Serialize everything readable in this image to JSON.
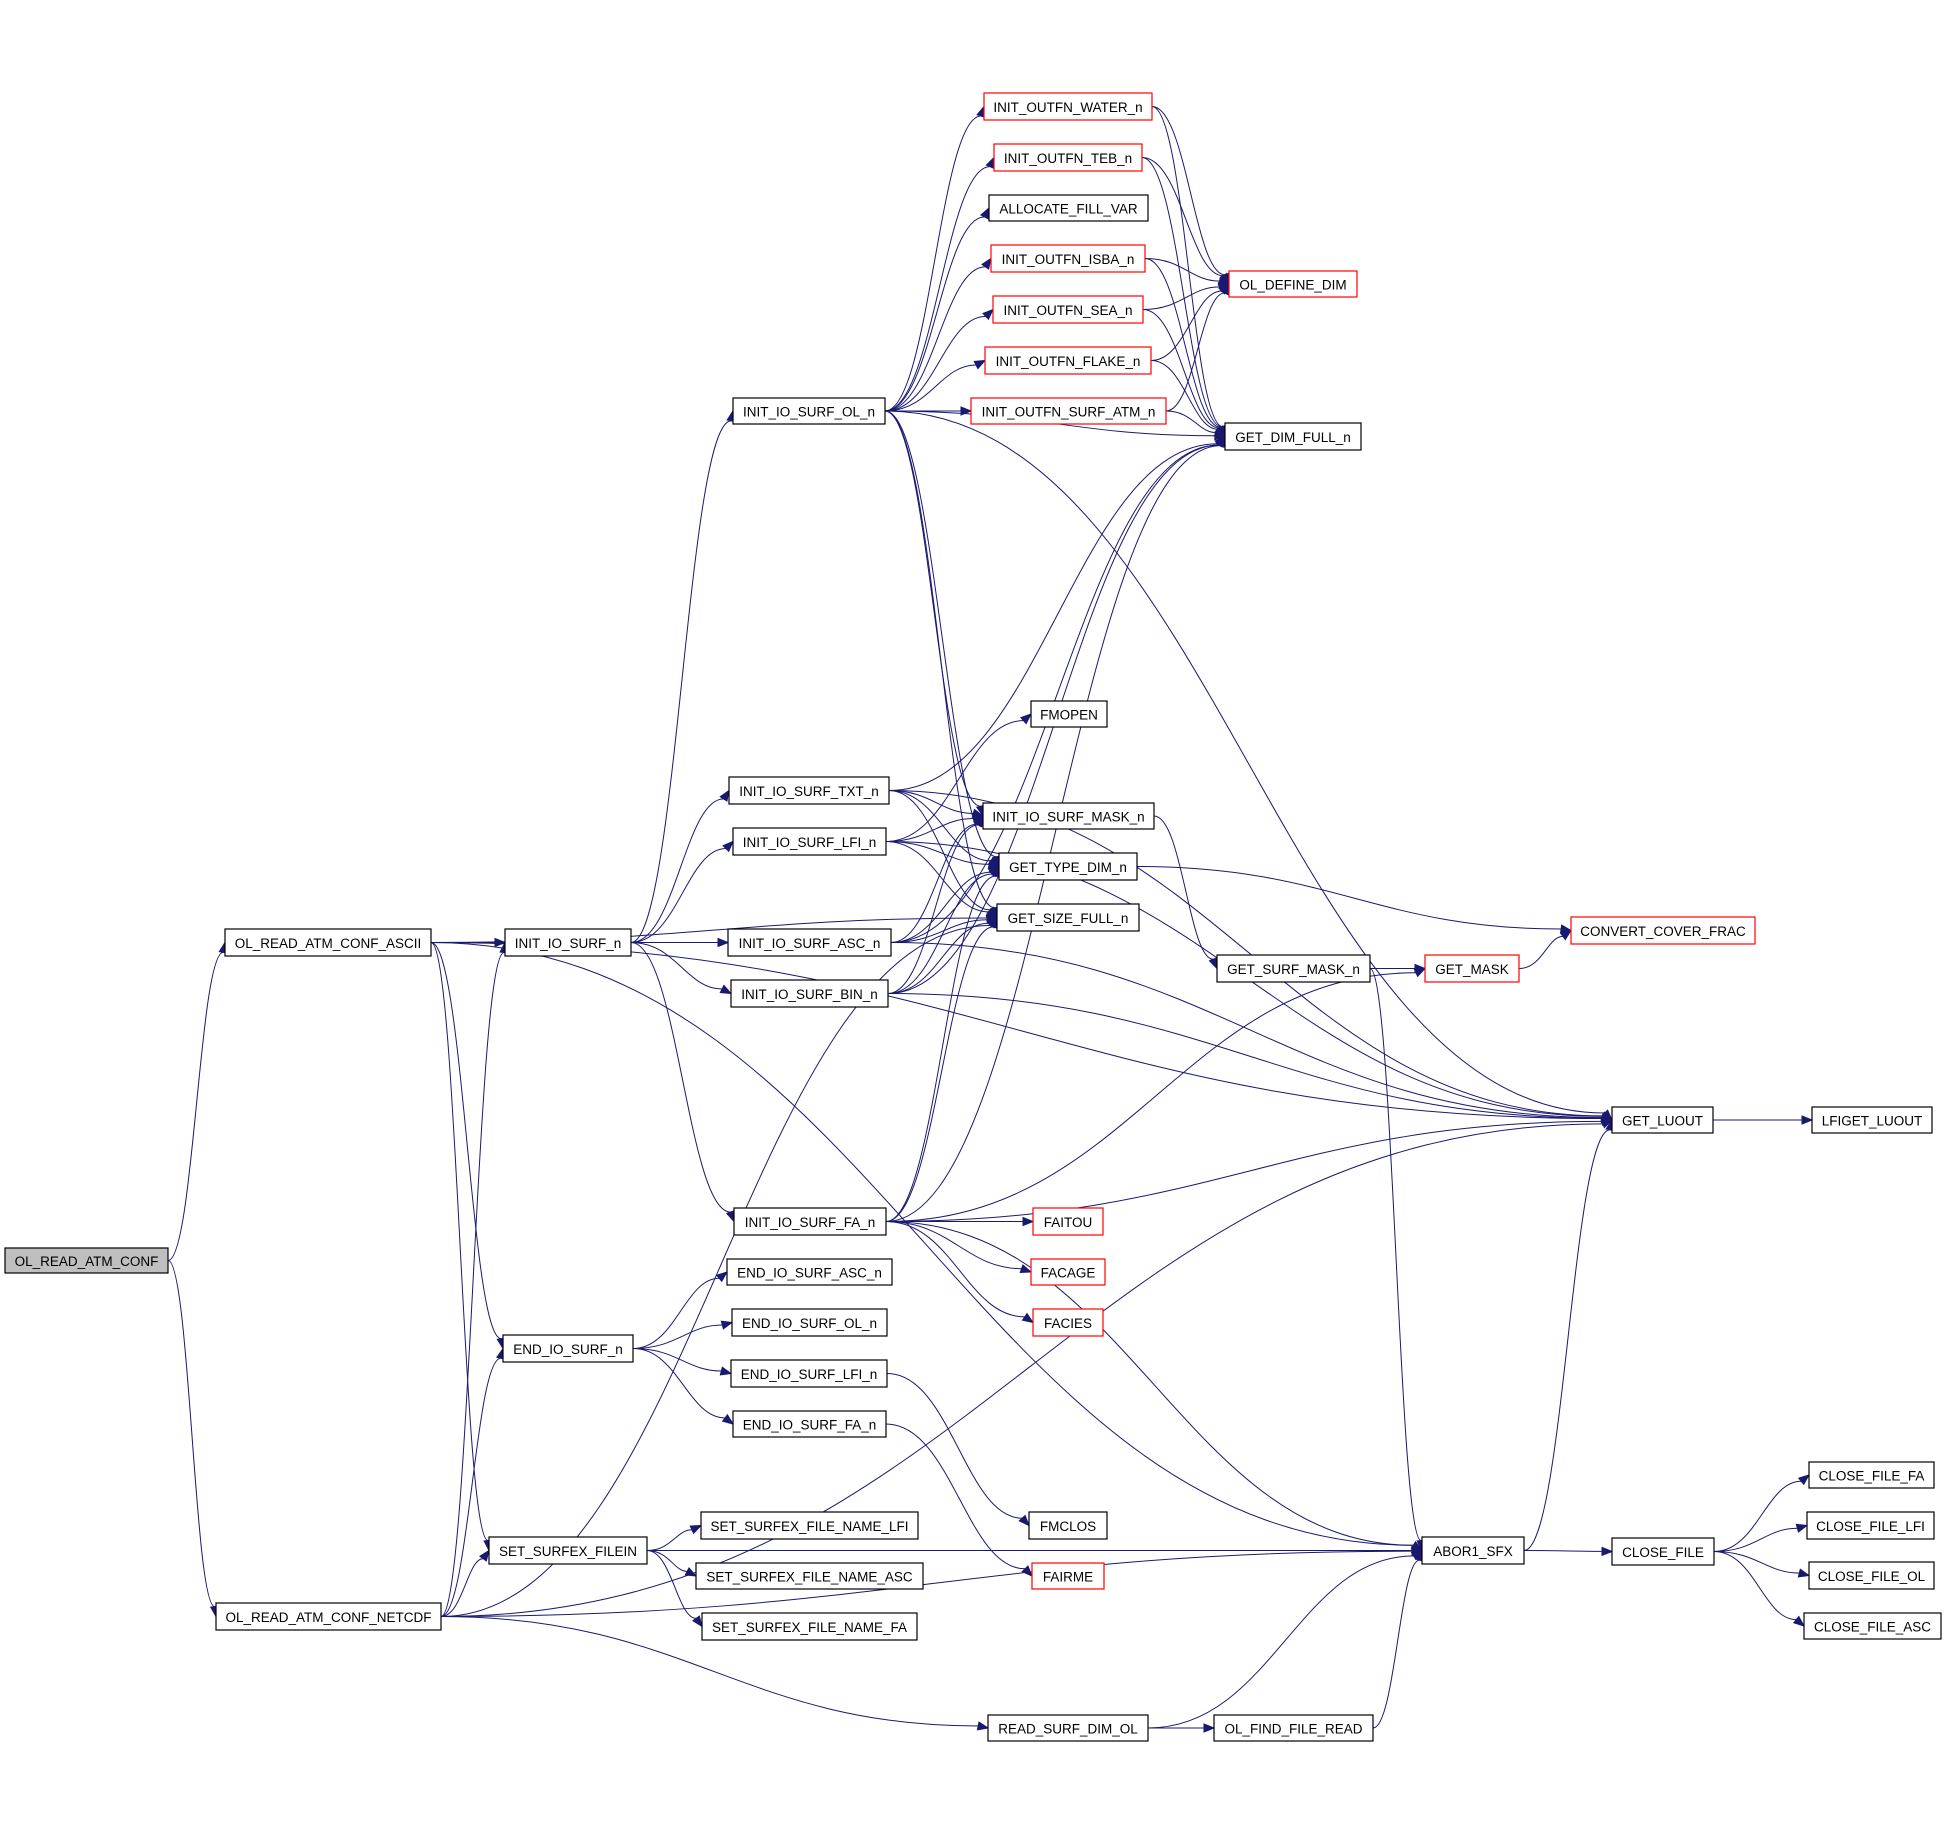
{
  "title": "OL_READ_ATM_CONF call graph",
  "colors": {
    "edge": "#191970",
    "root_fill": "#bfbfbf",
    "truncated_border": "#ff0000",
    "node_border": "#000000"
  },
  "nodes": [
    {
      "id": "root",
      "label": "OL_READ_ATM_CONF",
      "root": true
    },
    {
      "id": "ascii",
      "label": "OL_READ_ATM_CONF_ASCII"
    },
    {
      "id": "netcdf",
      "label": "OL_READ_ATM_CONF_NETCDF"
    },
    {
      "id": "init_io",
      "label": "INIT_IO_SURF_n"
    },
    {
      "id": "end_io",
      "label": "END_IO_SURF_n"
    },
    {
      "id": "set_filein",
      "label": "SET_SURFEX_FILEIN"
    },
    {
      "id": "init_ol",
      "label": "INIT_IO_SURF_OL_n"
    },
    {
      "id": "init_txt",
      "label": "INIT_IO_SURF_TXT_n"
    },
    {
      "id": "init_lfi",
      "label": "INIT_IO_SURF_LFI_n"
    },
    {
      "id": "init_asc",
      "label": "INIT_IO_SURF_ASC_n"
    },
    {
      "id": "init_bin",
      "label": "INIT_IO_SURF_BIN_n"
    },
    {
      "id": "init_fa",
      "label": "INIT_IO_SURF_FA_n"
    },
    {
      "id": "end_asc",
      "label": "END_IO_SURF_ASC_n"
    },
    {
      "id": "end_ol",
      "label": "END_IO_SURF_OL_n"
    },
    {
      "id": "end_lfi",
      "label": "END_IO_SURF_LFI_n"
    },
    {
      "id": "end_fa",
      "label": "END_IO_SURF_FA_n"
    },
    {
      "id": "sfn_lfi",
      "label": "SET_SURFEX_FILE_NAME_LFI"
    },
    {
      "id": "sfn_asc",
      "label": "SET_SURFEX_FILE_NAME_ASC"
    },
    {
      "id": "sfn_fa",
      "label": "SET_SURFEX_FILE_NAME_FA"
    },
    {
      "id": "outfn_water",
      "label": "INIT_OUTFN_WATER_n",
      "truncated": true
    },
    {
      "id": "outfn_teb",
      "label": "INIT_OUTFN_TEB_n",
      "truncated": true
    },
    {
      "id": "alloc",
      "label": "ALLOCATE_FILL_VAR"
    },
    {
      "id": "outfn_isba",
      "label": "INIT_OUTFN_ISBA_n",
      "truncated": true
    },
    {
      "id": "outfn_sea",
      "label": "INIT_OUTFN_SEA_n",
      "truncated": true
    },
    {
      "id": "outfn_flake",
      "label": "INIT_OUTFN_FLAKE_n",
      "truncated": true
    },
    {
      "id": "outfn_surfatm",
      "label": "INIT_OUTFN_SURF_ATM_n",
      "truncated": true
    },
    {
      "id": "fmopen",
      "label": "FMOPEN"
    },
    {
      "id": "mask",
      "label": "INIT_IO_SURF_MASK_n"
    },
    {
      "id": "typedim",
      "label": "GET_TYPE_DIM_n"
    },
    {
      "id": "sizefull",
      "label": "GET_SIZE_FULL_n"
    },
    {
      "id": "faitou",
      "label": "FAITOU",
      "truncated": true
    },
    {
      "id": "facage",
      "label": "FACAGE",
      "truncated": true
    },
    {
      "id": "facies",
      "label": "FACIES",
      "truncated": true
    },
    {
      "id": "fmclos",
      "label": "FMCLOS"
    },
    {
      "id": "fairme",
      "label": "FAIRME",
      "truncated": true
    },
    {
      "id": "readdim",
      "label": "READ_SURF_DIM_OL"
    },
    {
      "id": "defdim",
      "label": "OL_DEFINE_DIM",
      "truncated": true
    },
    {
      "id": "dimfull",
      "label": "GET_DIM_FULL_n"
    },
    {
      "id": "surfmask",
      "label": "GET_SURF_MASK_n"
    },
    {
      "id": "findfile",
      "label": "OL_FIND_FILE_READ"
    },
    {
      "id": "getmask",
      "label": "GET_MASK",
      "truncated": true
    },
    {
      "id": "abor",
      "label": "ABOR1_SFX"
    },
    {
      "id": "convert",
      "label": "CONVERT_COVER_FRAC",
      "truncated": true
    },
    {
      "id": "luout",
      "label": "GET_LUOUT"
    },
    {
      "id": "lfiget",
      "label": "LFIGET_LUOUT"
    },
    {
      "id": "closefile",
      "label": "CLOSE_FILE"
    },
    {
      "id": "cf_fa",
      "label": "CLOSE_FILE_FA"
    },
    {
      "id": "cf_lfi",
      "label": "CLOSE_FILE_LFI"
    },
    {
      "id": "cf_ol",
      "label": "CLOSE_FILE_OL"
    },
    {
      "id": "cf_asc",
      "label": "CLOSE_FILE_ASC"
    }
  ],
  "edges": [
    [
      "root",
      "ascii"
    ],
    [
      "root",
      "netcdf"
    ],
    [
      "ascii",
      "init_io"
    ],
    [
      "ascii",
      "end_io"
    ],
    [
      "ascii",
      "set_filein"
    ],
    [
      "ascii",
      "sizefull"
    ],
    [
      "ascii",
      "abor"
    ],
    [
      "ascii",
      "luout"
    ],
    [
      "netcdf",
      "init_io"
    ],
    [
      "netcdf",
      "end_io"
    ],
    [
      "netcdf",
      "set_filein"
    ],
    [
      "netcdf",
      "readdim"
    ],
    [
      "netcdf",
      "sizefull"
    ],
    [
      "netcdf",
      "abor"
    ],
    [
      "netcdf",
      "luout"
    ],
    [
      "init_io",
      "init_ol"
    ],
    [
      "init_io",
      "init_txt"
    ],
    [
      "init_io",
      "init_lfi"
    ],
    [
      "init_io",
      "init_asc"
    ],
    [
      "init_io",
      "init_bin"
    ],
    [
      "init_io",
      "init_fa"
    ],
    [
      "end_io",
      "end_asc"
    ],
    [
      "end_io",
      "end_ol"
    ],
    [
      "end_io",
      "end_lfi"
    ],
    [
      "end_io",
      "end_fa"
    ],
    [
      "set_filein",
      "sfn_lfi"
    ],
    [
      "set_filein",
      "sfn_asc"
    ],
    [
      "set_filein",
      "sfn_fa"
    ],
    [
      "set_filein",
      "abor"
    ],
    [
      "init_ol",
      "outfn_water"
    ],
    [
      "init_ol",
      "outfn_teb"
    ],
    [
      "init_ol",
      "alloc"
    ],
    [
      "init_ol",
      "outfn_isba"
    ],
    [
      "init_ol",
      "outfn_sea"
    ],
    [
      "init_ol",
      "outfn_flake"
    ],
    [
      "init_ol",
      "outfn_surfatm"
    ],
    [
      "init_ol",
      "dimfull"
    ],
    [
      "init_ol",
      "mask"
    ],
    [
      "init_ol",
      "typedim"
    ],
    [
      "init_ol",
      "sizefull"
    ],
    [
      "init_ol",
      "luout"
    ],
    [
      "init_txt",
      "mask"
    ],
    [
      "init_txt",
      "typedim"
    ],
    [
      "init_txt",
      "sizefull"
    ],
    [
      "init_txt",
      "dimfull"
    ],
    [
      "init_txt",
      "luout"
    ],
    [
      "init_lfi",
      "fmopen"
    ],
    [
      "init_lfi",
      "mask"
    ],
    [
      "init_lfi",
      "typedim"
    ],
    [
      "init_lfi",
      "sizefull"
    ],
    [
      "init_lfi",
      "luout"
    ],
    [
      "init_asc",
      "mask"
    ],
    [
      "init_asc",
      "typedim"
    ],
    [
      "init_asc",
      "sizefull"
    ],
    [
      "init_asc",
      "dimfull"
    ],
    [
      "init_asc",
      "luout"
    ],
    [
      "init_bin",
      "mask"
    ],
    [
      "init_bin",
      "typedim"
    ],
    [
      "init_bin",
      "sizefull"
    ],
    [
      "init_bin",
      "dimfull"
    ],
    [
      "init_bin",
      "luout"
    ],
    [
      "init_fa",
      "faitou"
    ],
    [
      "init_fa",
      "facage"
    ],
    [
      "init_fa",
      "facies"
    ],
    [
      "init_fa",
      "typedim"
    ],
    [
      "init_fa",
      "sizefull"
    ],
    [
      "init_fa",
      "getmask"
    ],
    [
      "init_fa",
      "dimfull"
    ],
    [
      "init_fa",
      "abor"
    ],
    [
      "init_fa",
      "luout"
    ],
    [
      "end_lfi",
      "fmclos"
    ],
    [
      "end_fa",
      "fairme"
    ],
    [
      "outfn_water",
      "defdim"
    ],
    [
      "outfn_water",
      "dimfull"
    ],
    [
      "outfn_teb",
      "defdim"
    ],
    [
      "outfn_teb",
      "dimfull"
    ],
    [
      "outfn_isba",
      "defdim"
    ],
    [
      "outfn_isba",
      "dimfull"
    ],
    [
      "outfn_sea",
      "defdim"
    ],
    [
      "outfn_sea",
      "dimfull"
    ],
    [
      "outfn_flake",
      "defdim"
    ],
    [
      "outfn_flake",
      "dimfull"
    ],
    [
      "outfn_surfatm",
      "defdim"
    ],
    [
      "outfn_surfatm",
      "dimfull"
    ],
    [
      "mask",
      "surfmask"
    ],
    [
      "typedim",
      "convert"
    ],
    [
      "surfmask",
      "getmask"
    ],
    [
      "surfmask",
      "abor"
    ],
    [
      "getmask",
      "convert"
    ],
    [
      "readdim",
      "findfile"
    ],
    [
      "readdim",
      "abor"
    ],
    [
      "findfile",
      "abor"
    ],
    [
      "abor",
      "closefile"
    ],
    [
      "abor",
      "luout"
    ],
    [
      "luout",
      "lfiget"
    ],
    [
      "closefile",
      "cf_fa"
    ],
    [
      "closefile",
      "cf_lfi"
    ],
    [
      "closefile",
      "cf_ol"
    ],
    [
      "closefile",
      "cf_asc"
    ]
  ]
}
